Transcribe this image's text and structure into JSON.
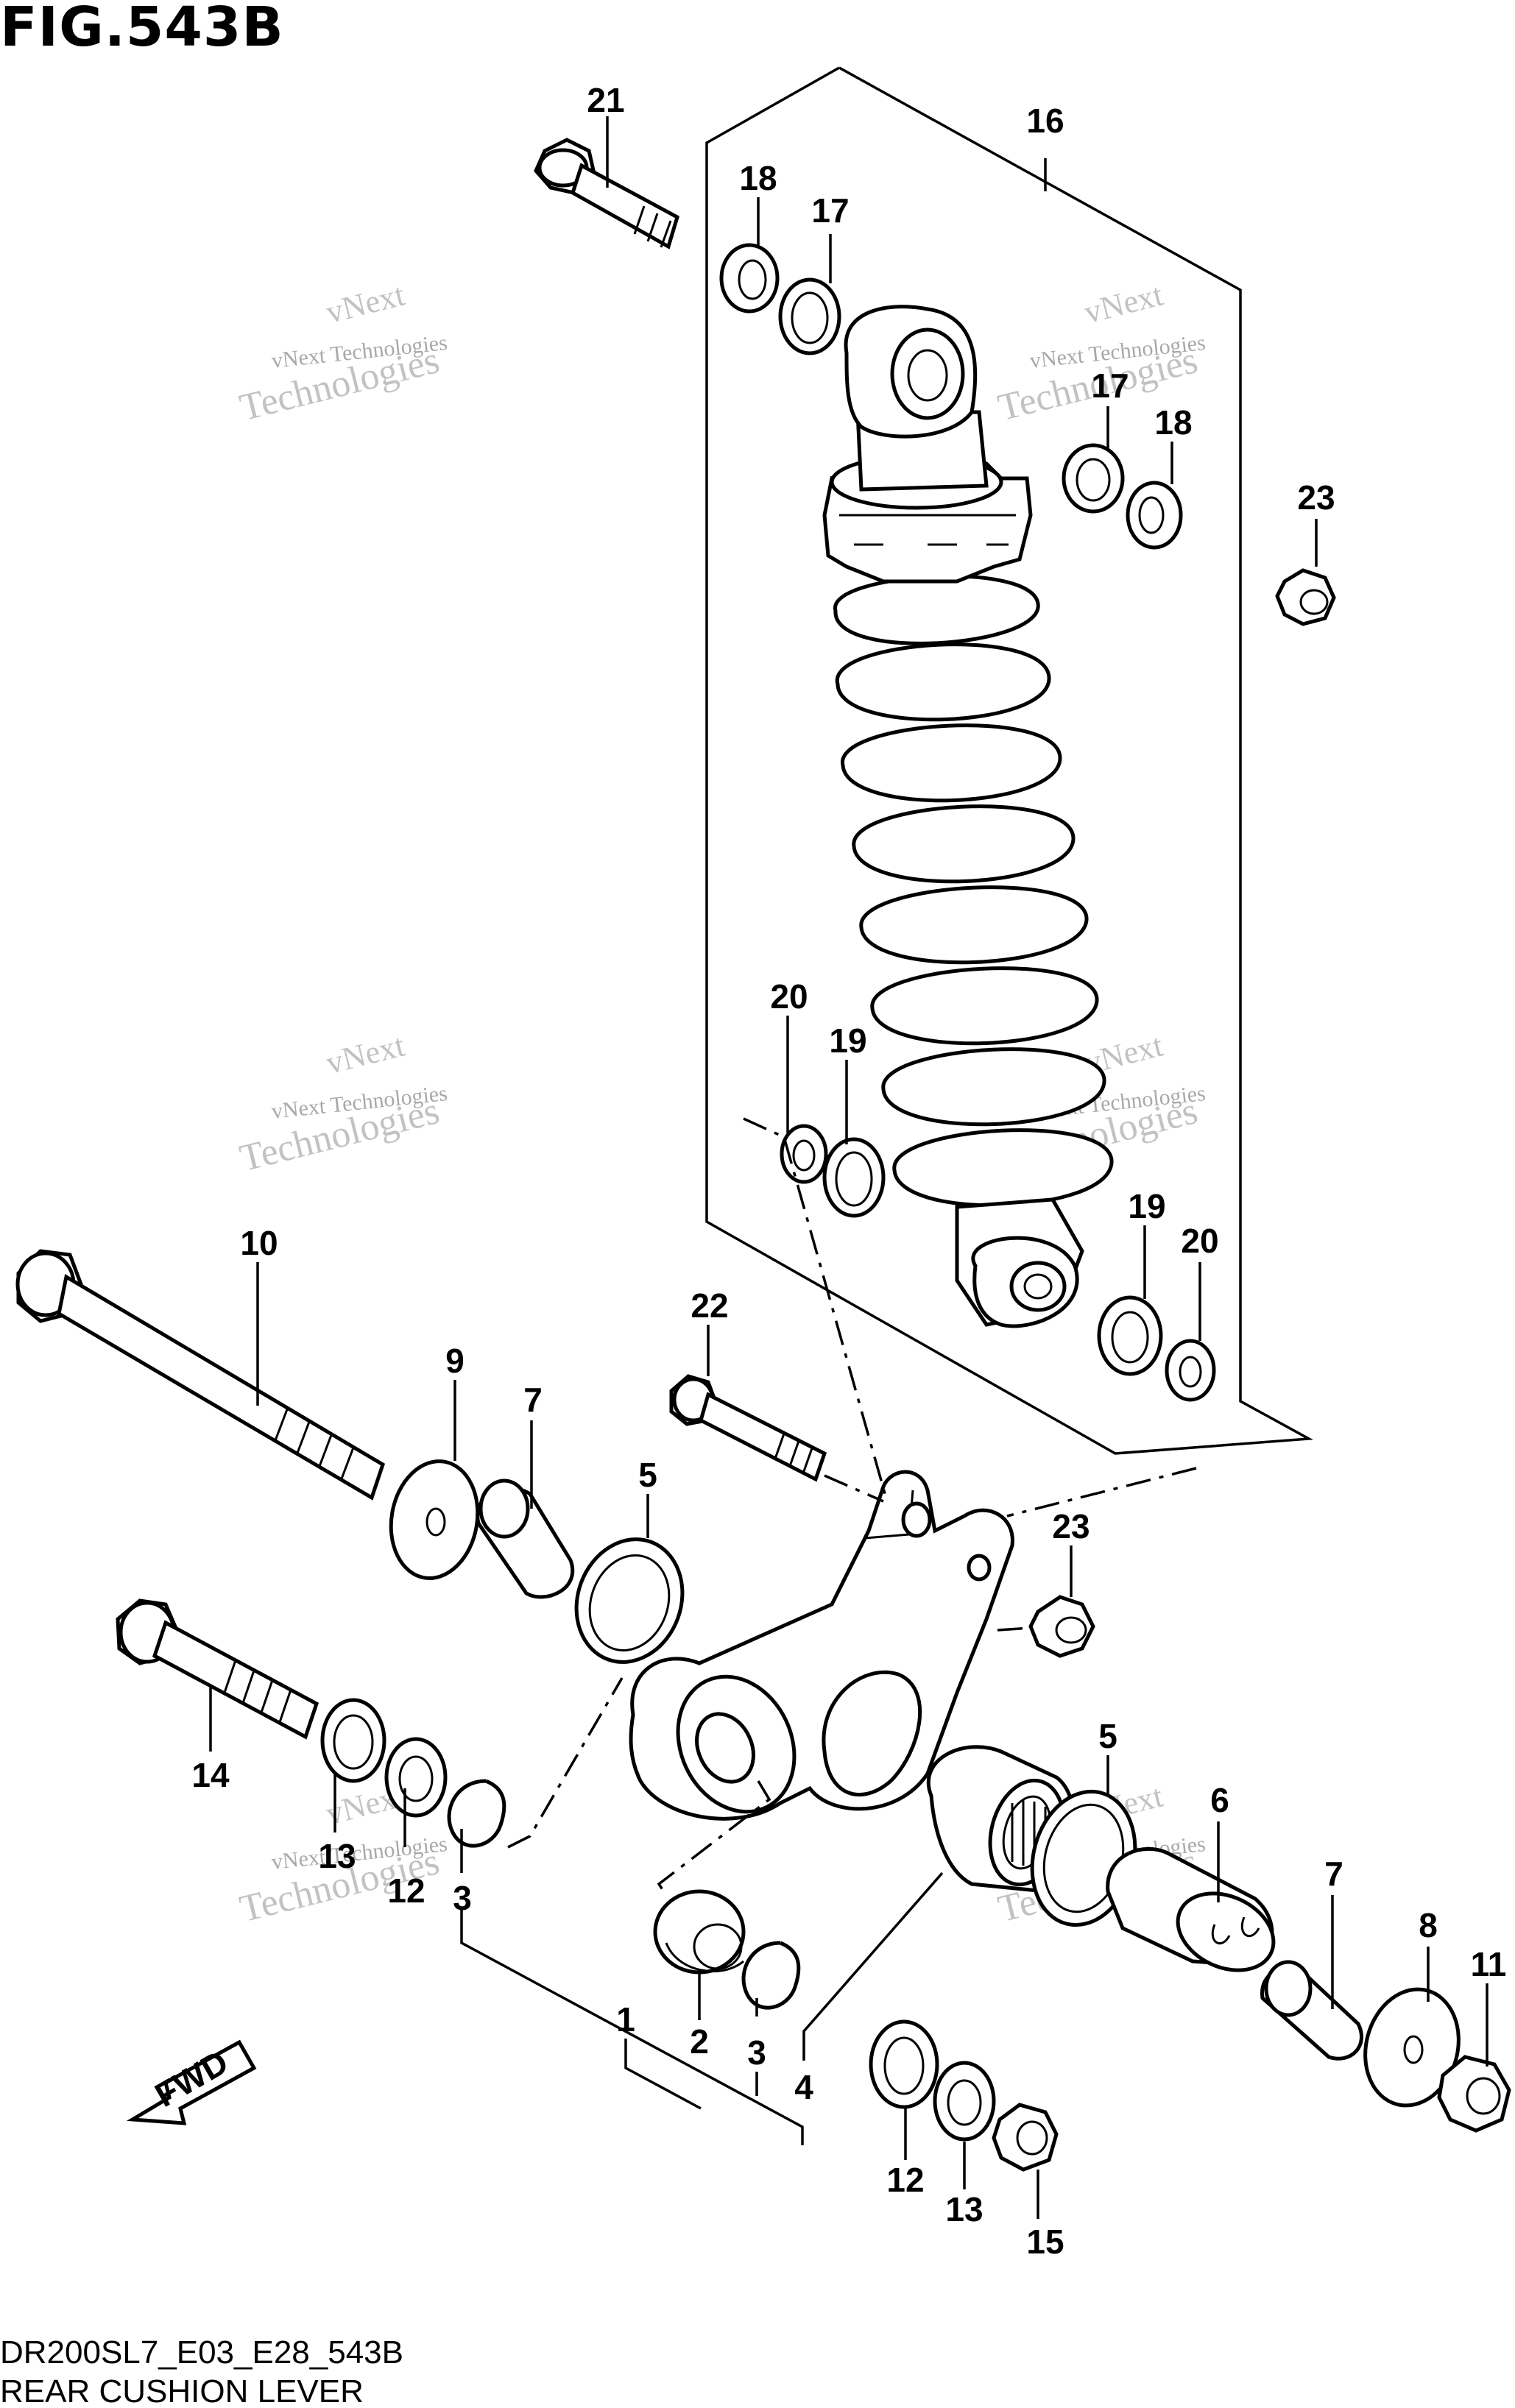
{
  "figure": {
    "title": "FIG.543B",
    "code": "DR200SL7_E03_E28_543B",
    "name": "REAR CUSHION LEVER"
  },
  "watermark": {
    "line1": "vNext Technologies",
    "line2": "vNext",
    "line3": "Technologies"
  },
  "fwd_label": "FWD",
  "callouts": [
    {
      "id": "c21",
      "text": "21"
    },
    {
      "id": "c16",
      "text": "16"
    },
    {
      "id": "c18a",
      "text": "18"
    },
    {
      "id": "c17a",
      "text": "17"
    },
    {
      "id": "c17b",
      "text": "17"
    },
    {
      "id": "c18b",
      "text": "18"
    },
    {
      "id": "c23a",
      "text": "23"
    },
    {
      "id": "c20a",
      "text": "20"
    },
    {
      "id": "c19a",
      "text": "19"
    },
    {
      "id": "c19b",
      "text": "19"
    },
    {
      "id": "c20b",
      "text": "20"
    },
    {
      "id": "c10",
      "text": "10"
    },
    {
      "id": "c9",
      "text": "9"
    },
    {
      "id": "c7a",
      "text": "7"
    },
    {
      "id": "c22",
      "text": "22"
    },
    {
      "id": "c5a",
      "text": "5"
    },
    {
      "id": "c23b",
      "text": "23"
    },
    {
      "id": "c14",
      "text": "14"
    },
    {
      "id": "c13a",
      "text": "13"
    },
    {
      "id": "c12a",
      "text": "12"
    },
    {
      "id": "c3a",
      "text": "3"
    },
    {
      "id": "c5b",
      "text": "5"
    },
    {
      "id": "c6",
      "text": "6"
    },
    {
      "id": "c7b",
      "text": "7"
    },
    {
      "id": "c8",
      "text": "8"
    },
    {
      "id": "c11",
      "text": "11"
    },
    {
      "id": "c2",
      "text": "2"
    },
    {
      "id": "c3b",
      "text": "3"
    },
    {
      "id": "c1",
      "text": "1"
    },
    {
      "id": "c4",
      "text": "4"
    },
    {
      "id": "c12b",
      "text": "12"
    },
    {
      "id": "c13b",
      "text": "13"
    },
    {
      "id": "c15",
      "text": "15"
    }
  ]
}
